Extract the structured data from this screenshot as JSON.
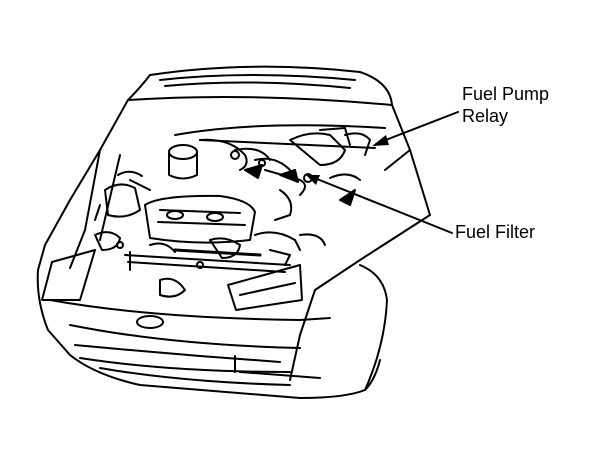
{
  "labels": {
    "fuel_pump_relay": [
      "Fuel Pump",
      "Relay"
    ],
    "fuel_filter": "Fuel Filter"
  },
  "colors": {
    "ink": "#000000",
    "paper": "#ffffff"
  }
}
